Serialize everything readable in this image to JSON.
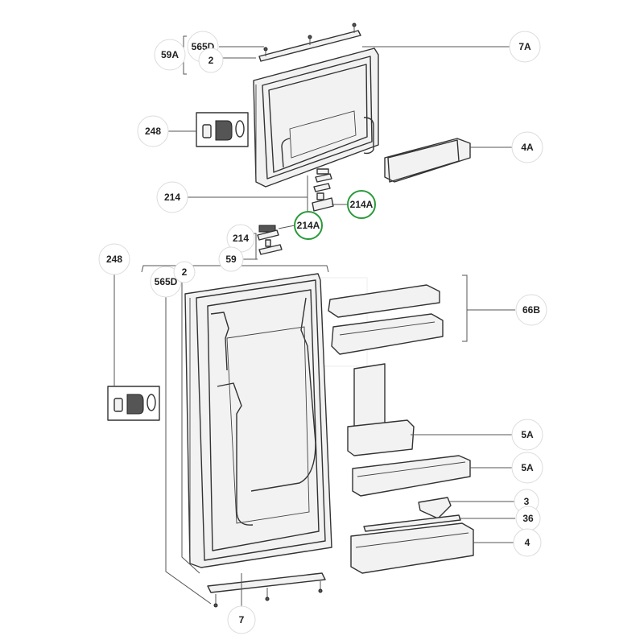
{
  "diagram": {
    "labels": {
      "upper_group": "59A",
      "upper_screw": "565D",
      "upper_pin": "2",
      "freezer_door": "7A",
      "upper_handle": "248",
      "upper_shelf": "4A",
      "hinge_assembly": "214",
      "hinge_part_upper": "214A",
      "hinge_part_lower": "214A",
      "hinge_lower": "214",
      "hinge_group": "59",
      "lower_handle": "248",
      "lower_screw": "565D",
      "lower_pin": "2",
      "top_shelves": "66B",
      "bottle_holder": "5A",
      "middle_shelf": "5A",
      "egg_tray": "3",
      "retainer_bar": "36",
      "bottom_shelf": "4",
      "fridge_door": "7"
    }
  }
}
